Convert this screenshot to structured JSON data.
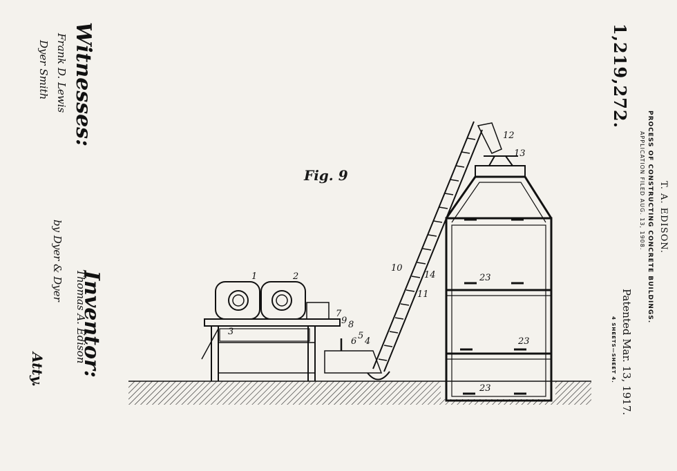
{
  "patent": {
    "number": "1,219,272.",
    "inventor": "T. A. EDISON.",
    "title": "PROCESS OF CONSTRUCTING CONCRETE BUILDINGS.",
    "application": "APPLICATION FILED AUG. 13, 1908.",
    "patented": "Patented Mar. 13, 1917.",
    "sheets": "4 SHEETS—SHEET 4."
  },
  "figure": {
    "label": "Fig. 9"
  },
  "witnesses": {
    "label": "Witnesses:",
    "sig1": "Frank D. Lewis",
    "sig2": "Dyer Smith"
  },
  "inventor_block": {
    "label": "Inventor:",
    "sig_name": "Thomas A. Edison",
    "sig_by": "by Dyer & Dyer",
    "sig_atty": "Atty."
  },
  "reference_numerals": [
    "1",
    "2",
    "3",
    "4",
    "5",
    "6",
    "7",
    "8",
    "9",
    "10",
    "11",
    "12",
    "13",
    "14",
    "23",
    "23",
    "23"
  ]
}
